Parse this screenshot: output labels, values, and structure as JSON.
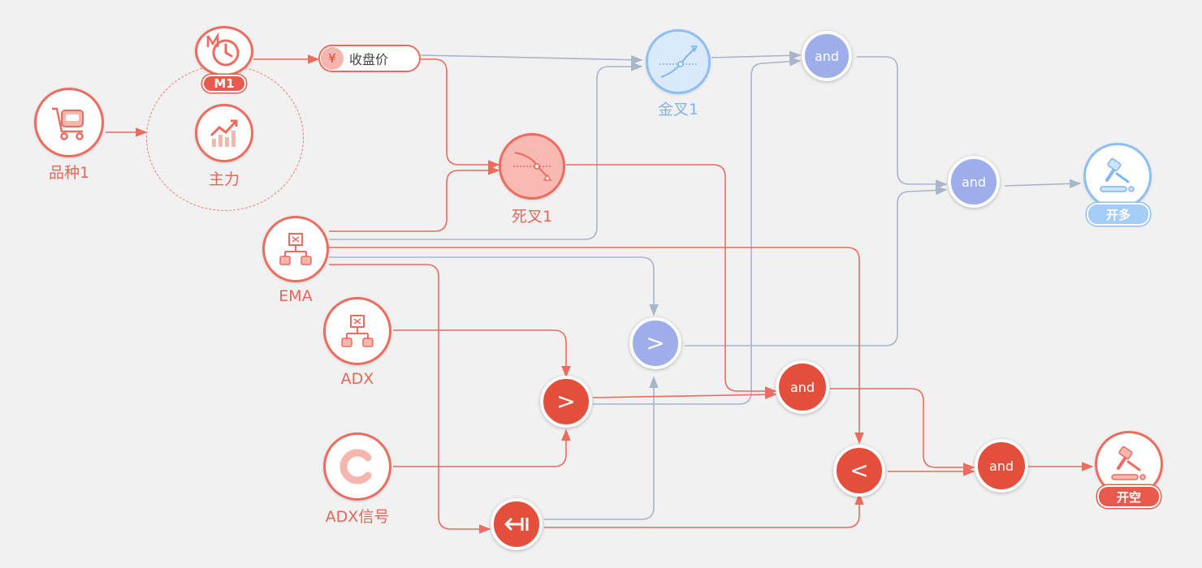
{
  "nodes": {
    "variety": {
      "label": "品种1"
    },
    "period": {
      "label": "M1"
    },
    "main_contract": {
      "label": "主力"
    },
    "close_price": {
      "label": "收盘价",
      "icon": "yen-icon"
    },
    "golden_cross": {
      "label": "金叉1"
    },
    "death_cross": {
      "label": "死叉1"
    },
    "ema": {
      "label": "EMA"
    },
    "adx": {
      "label": "ADX"
    },
    "adx_signal": {
      "label": "ADX信号"
    },
    "open_long": {
      "label": "开多"
    },
    "open_short": {
      "label": "开空"
    }
  },
  "operators": {
    "and_top": "and",
    "and_mid": "and",
    "and_red1": "and",
    "and_red2": "and",
    "gt_blue": ">",
    "gt_red": ">",
    "lt_red": "<"
  },
  "colors": {
    "red": "#ee6b5f",
    "red_fill": "#e44f3c",
    "blue": "#8cc0f4",
    "blue_op": "#9daeea",
    "grey_line": "#a9b5c8",
    "background": "#f1f1f1"
  }
}
